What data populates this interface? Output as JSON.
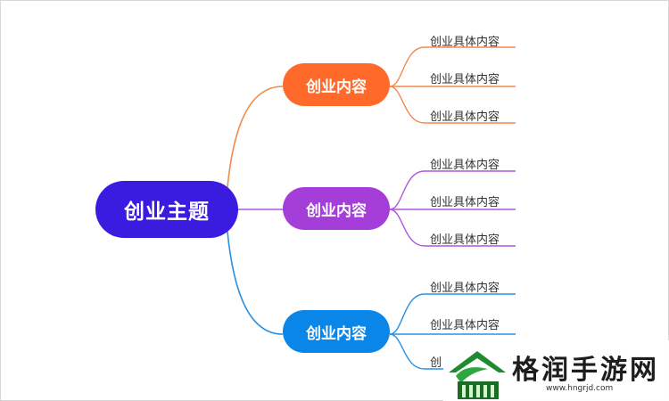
{
  "root": {
    "label": "创业主题"
  },
  "branches": [
    {
      "label": "创业内容",
      "color": "#ff6a2a",
      "leaves": [
        "创业具体内容",
        "创业具体内容",
        "创业具体内容"
      ]
    },
    {
      "label": "创业内容",
      "color": "#a53ed8",
      "leaves": [
        "创业具体内容",
        "创业具体内容",
        "创业具体内容"
      ]
    },
    {
      "label": "创业内容",
      "color": "#0a86e8",
      "leaves": [
        "创业具体内容",
        "创业具体内容",
        "创"
      ]
    }
  ],
  "watermark": {
    "name": "格润手游网",
    "url": "www.hngrjd.com"
  },
  "colors": {
    "root": "#3a1be0"
  }
}
